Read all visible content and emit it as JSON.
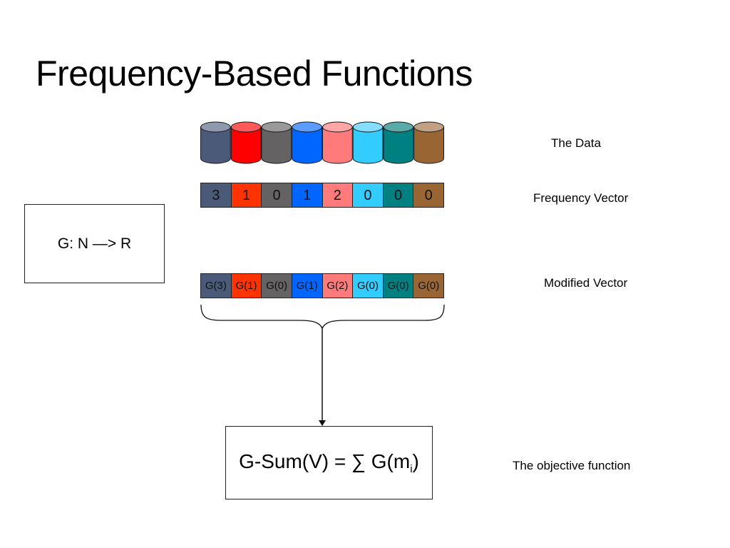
{
  "title": "Frequency-Based Functions",
  "labels": {
    "data": "The Data",
    "frequency_vector": "Frequency Vector",
    "modified_vector": "Modified Vector",
    "objective": "The objective function"
  },
  "mapping_box": {
    "text": "G: N —> R"
  },
  "objective_box": {
    "prefix": "G-Sum(V) = ∑ G(m",
    "subscript": "i",
    "suffix": ")"
  },
  "items": [
    {
      "color": "#4A5A78",
      "top_color": "#8E99AE",
      "frequency": "3",
      "modified": "G(3)",
      "cell_color": "#4A5A78"
    },
    {
      "color": "#FF0000",
      "top_color": "#FF5A5A",
      "frequency": "1",
      "modified": "G(1)",
      "cell_color": "#FF3300"
    },
    {
      "color": "#646262",
      "top_color": "#9A9898",
      "frequency": "0",
      "modified": "G(0)",
      "cell_color": "#646262"
    },
    {
      "color": "#0066FF",
      "top_color": "#5C9BFF",
      "frequency": "1",
      "modified": "G(1)",
      "cell_color": "#0066FF"
    },
    {
      "color": "#FF7B7B",
      "top_color": "#FFA6A6",
      "frequency": "2",
      "modified": "G(2)",
      "cell_color": "#FF7B7B"
    },
    {
      "color": "#33CCFF",
      "top_color": "#85DEFF",
      "frequency": "0",
      "modified": "G(0)",
      "cell_color": "#33CCFF"
    },
    {
      "color": "#008080",
      "top_color": "#5BAAAA",
      "frequency": "0",
      "modified": "G(0)",
      "cell_color": "#008080"
    },
    {
      "color": "#996633",
      "top_color": "#C1A084",
      "frequency": "0",
      "modified": "G(0)",
      "cell_color": "#996633"
    }
  ]
}
